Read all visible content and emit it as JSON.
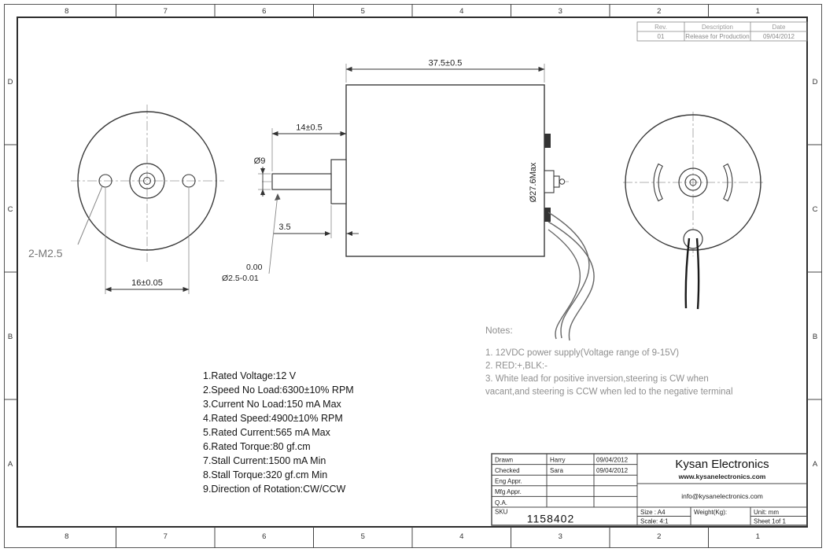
{
  "border": {
    "cols": [
      "8",
      "7",
      "6",
      "5",
      "4",
      "3",
      "2",
      "1"
    ],
    "rows": [
      "D",
      "C",
      "B",
      "A"
    ]
  },
  "revision_table": {
    "headers": {
      "rev": "Rev.",
      "description": "Description",
      "date": "Date"
    },
    "rows": [
      {
        "rev": "01",
        "description": "Release for Production",
        "date": "09/04/2012"
      }
    ]
  },
  "dimensions": {
    "body_length": "37.5±0.5",
    "shaft_length": "14±0.5",
    "shaft_dia": "Ø9",
    "step": "3.5",
    "tol_upper": "0.00",
    "tol_dia": "Ø2.5-0.01",
    "body_dia": "Ø27.6Max",
    "hole_callout": "2-M2.5",
    "hole_spacing": "16±0.05"
  },
  "specs": [
    "1.Rated Voltage:12 V",
    "2.Speed No Load:6300±10% RPM",
    "3.Current No Load:150 mA Max",
    "4.Rated Speed:4900±10% RPM",
    "5.Rated Current:565 mA Max",
    "6.Rated Torque:80 gf.cm",
    "7.Stall Current:1500 mA Min",
    "8.Stall Torque:320 gf.cm Min",
    "9.Direction of Rotation:CW/CCW"
  ],
  "notes": {
    "title": "Notes:",
    "lines": [
      "1. 12VDC power supply(Voltage range of 9-15V)",
      "2. RED:+,BLK:-",
      "3. White lead for positive inversion,steering is CW when",
      "vacant,and steering is CCW when led to the negative terminal"
    ]
  },
  "title_block": {
    "rows": [
      {
        "label": "Drawn",
        "value": "Harry",
        "date": "09/04/2012"
      },
      {
        "label": "Checked",
        "value": "Sara",
        "date": "09/04/2012"
      },
      {
        "label": "Eng Appr.",
        "value": "",
        "date": ""
      },
      {
        "label": "Mfg Appr.",
        "value": "",
        "date": ""
      },
      {
        "label": "Q.A.",
        "value": "",
        "date": ""
      }
    ],
    "sku_label": "SKU",
    "sku_number": "1158402",
    "company": "Kysan Electronics",
    "website": "www.kysanelectronics.com",
    "email": "info@kysanelectronics.com",
    "size": "Size : A4",
    "scale": "Scale: 4:1",
    "weight": "Weight(Kg):",
    "unit": "Unit: mm",
    "sheet": "Sheet 1of 1"
  },
  "colors": {
    "line": "#3a3a3a",
    "dim_text": "#222222",
    "notes_text": "#8f8f8f"
  }
}
